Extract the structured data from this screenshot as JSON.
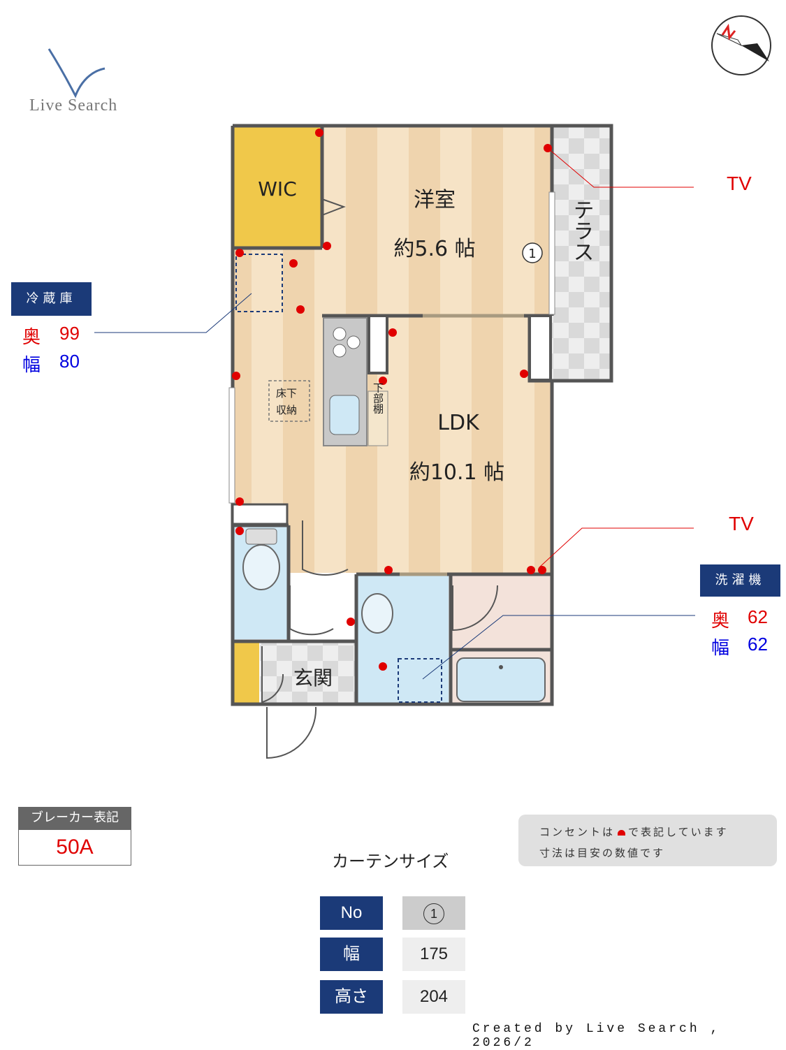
{
  "logo": {
    "text": "Live Search"
  },
  "rooms": {
    "wic": "WIC",
    "western_room": "洋室",
    "western_size": "約5.6 帖",
    "terrace": "テラス",
    "ldk": "LDK",
    "ldk_size": "約10.1 帖",
    "entrance": "玄関",
    "underfloor": [
      "床下",
      "収納"
    ],
    "lower_shelf": "下部棚",
    "curtain_marker": "1"
  },
  "fridge": {
    "label": "冷蔵庫",
    "depth_label": "奥",
    "depth": "99",
    "width_label": "幅",
    "width": "80"
  },
  "washer": {
    "label": "洗濯機",
    "depth_label": "奥",
    "depth": "62",
    "width_label": "幅",
    "width": "62"
  },
  "tv_labels": [
    "TV",
    "TV"
  ],
  "breaker": {
    "header": "ブレーカー表記",
    "value": "50A"
  },
  "note": {
    "line1_pre": "コンセントは",
    "line1_post": "で表記しています",
    "line2": "寸法は目安の数値です"
  },
  "curtain": {
    "title": "カーテンサイズ",
    "rows": [
      {
        "header": "No",
        "value": "1"
      },
      {
        "header": "幅",
        "value": "175"
      },
      {
        "header": "高さ",
        "value": "204"
      }
    ]
  },
  "footer": "Created by Live Search , 2026/2",
  "colors": {
    "accent_blue": "#1b3a78",
    "outlet_red": "#e00000",
    "wall": "#555555",
    "floor_stripe_a": "#f6e3c6",
    "floor_stripe_b": "#f0d8b4",
    "wic_yellow": "#f0c84a",
    "tile_grey": "#dddddd",
    "water_blue": "#cfe8f5"
  }
}
